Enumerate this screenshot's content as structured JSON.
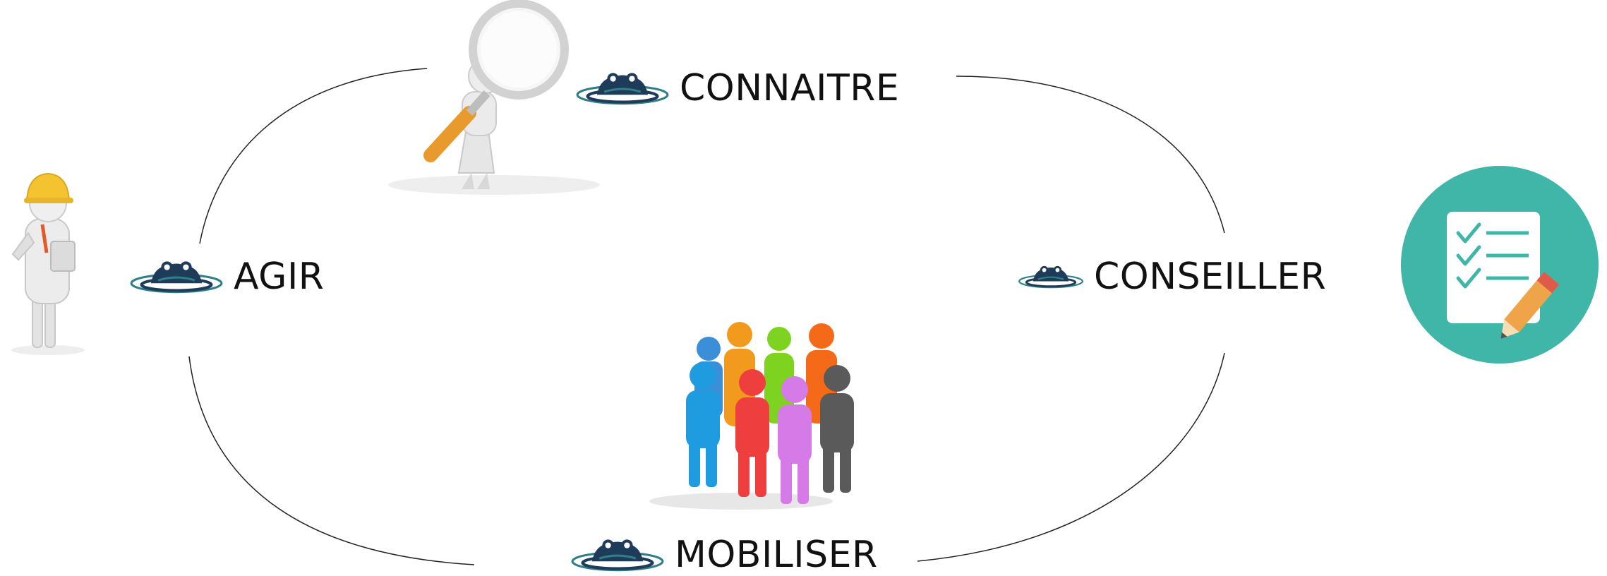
{
  "nodes": {
    "connaitre": {
      "label": "CONNAITRE"
    },
    "agir": {
      "label": "AGIR"
    },
    "conseiller": {
      "label": "CONSEILLER"
    },
    "mobiliser": {
      "label": "MOBILISER"
    }
  },
  "icons": {
    "logo": "frog-logo-icon",
    "magnifier": "magnifying-glass-figure-icon",
    "worker": "construction-worker-figure-icon",
    "checklist": "checklist-pencil-icon",
    "group": "people-group-icon"
  },
  "colors": {
    "logo_dark": "#1e3b5a",
    "logo_teal": "#2f7f86",
    "checklist_bg": "#3fb6a8",
    "helmet": "#f4c430",
    "handle": "#e89a2c",
    "people": [
      "#1f9be0",
      "#f29a1e",
      "#7dd320",
      "#f46a18",
      "#ef3e3e",
      "#d67ae8",
      "#5a5a5a",
      "#3a8fd8"
    ]
  }
}
